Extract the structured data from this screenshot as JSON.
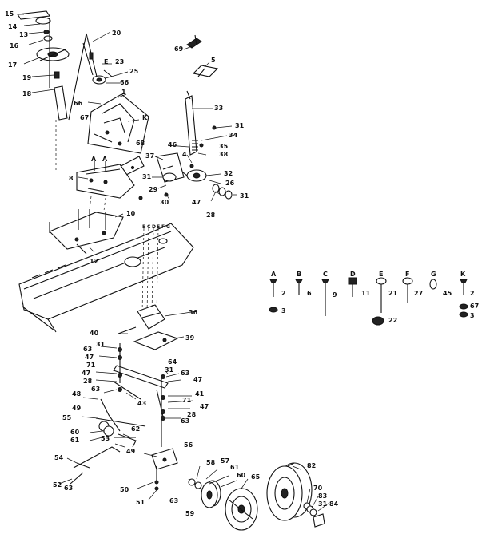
{
  "diagram": {
    "callouts": [
      {
        "id": "c15",
        "text": "15"
      },
      {
        "id": "c14",
        "text": "14"
      },
      {
        "id": "c13",
        "text": "13"
      },
      {
        "id": "c16",
        "text": "16"
      },
      {
        "id": "c17",
        "text": "17"
      },
      {
        "id": "c19",
        "text": "19"
      },
      {
        "id": "c18",
        "text": "18"
      },
      {
        "id": "c20",
        "text": "20"
      },
      {
        "id": "cE",
        "text": "E"
      },
      {
        "id": "c23",
        "text": "23"
      },
      {
        "id": "c25",
        "text": "25"
      },
      {
        "id": "c66a",
        "text": "66"
      },
      {
        "id": "c66b",
        "text": "66"
      },
      {
        "id": "c1",
        "text": "1"
      },
      {
        "id": "c67",
        "text": "67"
      },
      {
        "id": "cK",
        "text": "K"
      },
      {
        "id": "c69",
        "text": "69"
      },
      {
        "id": "c5",
        "text": "5"
      },
      {
        "id": "c33",
        "text": "33"
      },
      {
        "id": "c31a",
        "text": "31"
      },
      {
        "id": "c34",
        "text": "34"
      },
      {
        "id": "c46",
        "text": "46"
      },
      {
        "id": "c35",
        "text": "35"
      },
      {
        "id": "c38",
        "text": "38"
      },
      {
        "id": "c68",
        "text": "68"
      },
      {
        "id": "c37",
        "text": "37"
      },
      {
        "id": "c4",
        "text": "4"
      },
      {
        "id": "c32",
        "text": "32"
      },
      {
        "id": "c31b",
        "text": "31"
      },
      {
        "id": "c26",
        "text": "26"
      },
      {
        "id": "c29",
        "text": "29"
      },
      {
        "id": "c30",
        "text": "30"
      },
      {
        "id": "c47a",
        "text": "47"
      },
      {
        "id": "c31c",
        "text": "31"
      },
      {
        "id": "c28",
        "text": "28"
      },
      {
        "id": "c8",
        "text": "8"
      },
      {
        "id": "c10",
        "text": "10"
      },
      {
        "id": "c12",
        "text": "12"
      },
      {
        "id": "c36",
        "text": "36"
      },
      {
        "id": "c40",
        "text": "40"
      },
      {
        "id": "c39",
        "text": "39"
      },
      {
        "id": "c31d",
        "text": "31"
      },
      {
        "id": "c63a",
        "text": "63"
      },
      {
        "id": "c47b",
        "text": "47"
      },
      {
        "id": "c71a",
        "text": "71"
      },
      {
        "id": "c47c",
        "text": "47"
      },
      {
        "id": "c28b",
        "text": "28"
      },
      {
        "id": "c63b",
        "text": "63"
      },
      {
        "id": "c64",
        "text": "64"
      },
      {
        "id": "c31e",
        "text": "31"
      },
      {
        "id": "c63c",
        "text": "63"
      },
      {
        "id": "c47d",
        "text": "47"
      },
      {
        "id": "c43",
        "text": "43"
      },
      {
        "id": "c48",
        "text": "48"
      },
      {
        "id": "c41",
        "text": "41"
      },
      {
        "id": "c71b",
        "text": "71"
      },
      {
        "id": "c47e",
        "text": "47"
      },
      {
        "id": "c49a",
        "text": "49"
      },
      {
        "id": "c28c",
        "text": "28"
      },
      {
        "id": "c63d",
        "text": "63"
      },
      {
        "id": "c55",
        "text": "55"
      },
      {
        "id": "c60a",
        "text": "60"
      },
      {
        "id": "c61a",
        "text": "61"
      },
      {
        "id": "c62",
        "text": "62"
      },
      {
        "id": "c53",
        "text": "53"
      },
      {
        "id": "c49b",
        "text": "49"
      },
      {
        "id": "c54",
        "text": "54"
      },
      {
        "id": "c56",
        "text": "56"
      },
      {
        "id": "c52",
        "text": "52"
      },
      {
        "id": "c63e",
        "text": "63"
      },
      {
        "id": "c50",
        "text": "50"
      },
      {
        "id": "c51",
        "text": "51"
      },
      {
        "id": "c58",
        "text": "58"
      },
      {
        "id": "c57",
        "text": "57"
      },
      {
        "id": "c61b",
        "text": "61"
      },
      {
        "id": "c60b",
        "text": "60"
      },
      {
        "id": "c65",
        "text": "65"
      },
      {
        "id": "c82",
        "text": "82"
      },
      {
        "id": "c63f",
        "text": "63"
      },
      {
        "id": "c59",
        "text": "59"
      },
      {
        "id": "c70",
        "text": "70"
      },
      {
        "id": "c83",
        "text": "83"
      },
      {
        "id": "c31f",
        "text": "31"
      },
      {
        "id": "c84",
        "text": "84"
      }
    ],
    "hardware_letters": [
      "A",
      "B",
      "C",
      "D",
      "E",
      "F",
      "G",
      "K"
    ],
    "hardware_numbers": [
      {
        "id": "h2a",
        "text": "2"
      },
      {
        "id": "h3a",
        "text": "3"
      },
      {
        "id": "h6",
        "text": "6"
      },
      {
        "id": "h9",
        "text": "9"
      },
      {
        "id": "h11",
        "text": "11"
      },
      {
        "id": "h21",
        "text": "21"
      },
      {
        "id": "h22",
        "text": "22"
      },
      {
        "id": "h27",
        "text": "27"
      },
      {
        "id": "h45",
        "text": "45"
      },
      {
        "id": "h2b",
        "text": "2"
      },
      {
        "id": "h67",
        "text": "67"
      },
      {
        "id": "h3b",
        "text": "3"
      }
    ],
    "assembly_letters": [
      "A",
      "A",
      "B",
      "C",
      "D",
      "E",
      "F",
      "G"
    ]
  }
}
